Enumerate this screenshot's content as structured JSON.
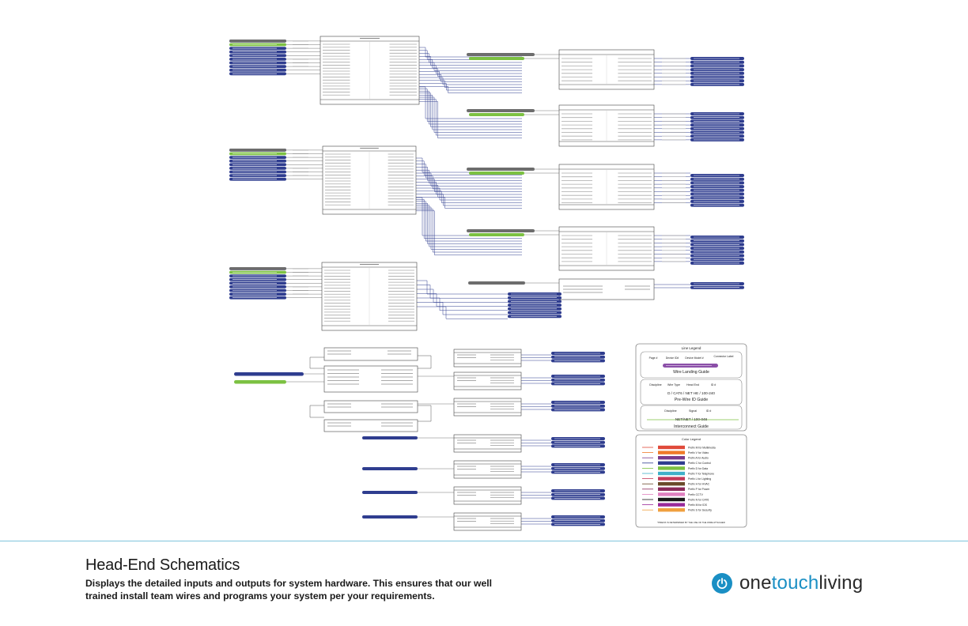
{
  "footer": {
    "title": "Head-End Schematics",
    "description": "Displays the detailed inputs and outputs for system hardware. This ensures that our well trained install team wires and programs your  system per your requirements.",
    "logo": {
      "part1": "one",
      "part2": "touch",
      "part3": "living",
      "icon": "power-icon"
    }
  },
  "colors": {
    "navy": "#2f3d8f",
    "green": "#7cc142",
    "gray": "#6d6d6d",
    "purple": "#8b4fa8",
    "brand_blue": "#1a8fc4"
  },
  "legend": {
    "line_title": "Line Legend",
    "wire_landing": {
      "callouts": [
        "Page #",
        "Device ID#",
        "Device Model #",
        "Connector Label"
      ],
      "caption": "Wire Landing Guide"
    },
    "prewire": {
      "callouts": [
        "Discipline",
        "Wire Type",
        "Head End",
        "ID #"
      ],
      "example": "D / CAT6 / NET HE / 100-240",
      "caption": "Pre-Wire ID Guide"
    },
    "interconnect": {
      "callouts": [
        "Discipline",
        "Signal",
        "ID #"
      ],
      "example": "NET/NET / 100-048",
      "caption": "Interconnect Guide"
    },
    "color_title": "Color Legend",
    "color_rows": [
      {
        "swatch": "#e04a3a",
        "label": "Prefix M for Multimedia"
      },
      {
        "swatch": "#f07a28",
        "label": "Prefix V for Video"
      },
      {
        "swatch": "#7a3a8a",
        "label": "Prefix A for Audio"
      },
      {
        "swatch": "#2f3d8f",
        "label": "Prefix C for Control"
      },
      {
        "swatch": "#7cc142",
        "label": "Prefix D for Data"
      },
      {
        "swatch": "#3fb0c9",
        "label": "Prefix T for Telephone"
      },
      {
        "swatch": "#c23a5a",
        "label": "Prefix L for Lighting"
      },
      {
        "swatch": "#6a4a2a",
        "label": "Prefix H for HVAC"
      },
      {
        "swatch": "#8a2a5a",
        "label": "Prefix P for Power"
      },
      {
        "swatch": "#e080c0",
        "label": "Prefix CCTV"
      },
      {
        "swatch": "#1a1a1a",
        "label": "Prefix N for CAT6"
      },
      {
        "swatch": "#9a2a9a",
        "label": "Prefix M for IDS"
      },
      {
        "swatch": "#f0a040",
        "label": "Prefix S for Security"
      }
    ],
    "footnote": "*PREFIX IS DETERMINED BY THE USE OF THE WIRE ATTACHED"
  }
}
